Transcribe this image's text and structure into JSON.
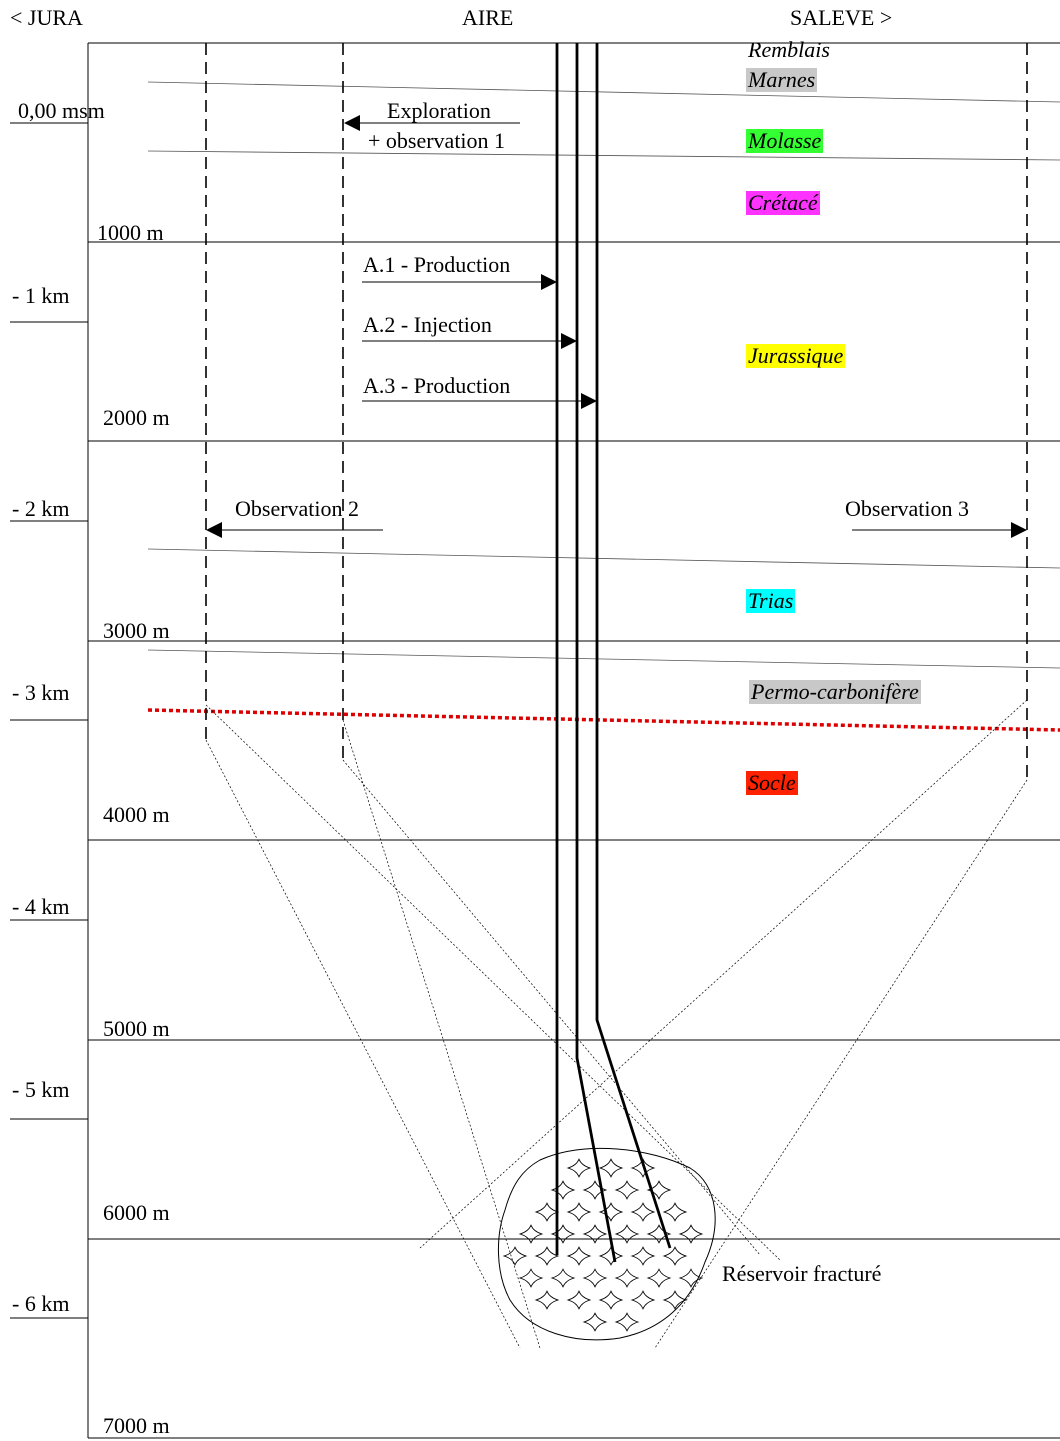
{
  "header": {
    "left": "< JURA",
    "center": "AIRE",
    "right": "SALEVE >"
  },
  "depth_labels_m": [
    "1000 m",
    "2000 m",
    "3000 m",
    "4000 m",
    "5000 m",
    "6000 m",
    "7000 m"
  ],
  "altitude_labels": [
    "0,00 msm",
    "- 1 km",
    "- 2 km",
    "- 3 km",
    "- 4 km",
    "- 5 km",
    "- 6 km"
  ],
  "wells": {
    "exploration": "Exploration",
    "observation_1": "+ observation 1",
    "a1": "A.1 - Production",
    "a2": "A.2 - Injection",
    "a3": "A.3 - Production",
    "observation_2": "Observation 2",
    "observation_3": "Observation 3"
  },
  "layers": [
    {
      "name": "Remblais",
      "color": ""
    },
    {
      "name": "Marnes",
      "color": "#c8c8c8"
    },
    {
      "name": "Molasse",
      "color": "#33ff33"
    },
    {
      "name": "Crétacé",
      "color": "#ff33ff"
    },
    {
      "name": "Jurassique",
      "color": "#ffff00"
    },
    {
      "name": "Trias",
      "color": "#00ffff"
    },
    {
      "name": "Permo-carbonifère",
      "color": "#c8c8c8"
    },
    {
      "name": "Socle",
      "color": "#ff2200"
    }
  ],
  "reservoir_label": "Réservoir fracturé",
  "colors": {
    "boundary_dotted": "#dd0000"
  }
}
